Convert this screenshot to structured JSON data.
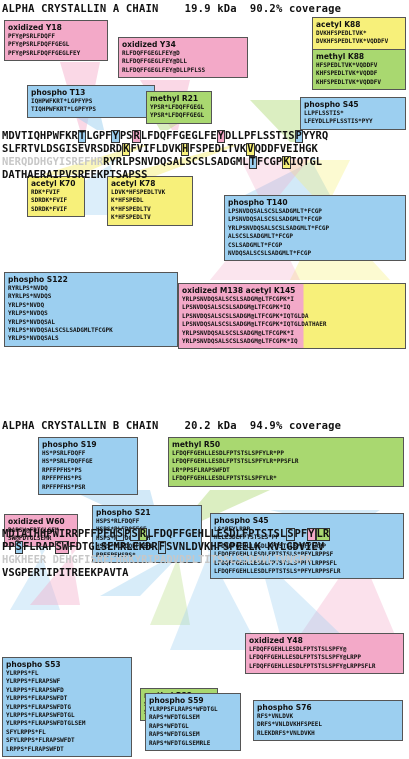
{
  "protein_a": {
    "title": "ALPHA CRYSTALLIN A CHAIN",
    "mass": "19.9 kDa",
    "coverage": "90.2% coverage",
    "sequence": [
      [
        {
          "t": "MDVTIQHPWFKR"
        },
        {
          "t": "T",
          "m": "ph"
        },
        {
          "t": "LGPF"
        },
        {
          "t": "Y",
          "m": "ph"
        },
        {
          "t": "PS"
        },
        {
          "t": "R",
          "m": "ox"
        },
        {
          "t": "LFDQFFGEGLFE"
        },
        {
          "t": "Y",
          "m": "ox"
        },
        {
          "t": "DLLPFLSSTIS"
        },
        {
          "t": "P",
          "m": "ph"
        },
        {
          "t": "YYRQ"
        }
      ],
      [
        {
          "t": "SLFRTVLDSGISEVRSDRD"
        },
        {
          "t": "K",
          "m": "ac"
        },
        {
          "t": "FVIFLDVK"
        },
        {
          "t": "H",
          "m": "ac"
        },
        {
          "t": "FSPEDLTVK"
        },
        {
          "t": "V",
          "m": "ac"
        },
        {
          "t": "QDDFVEIHGK"
        }
      ],
      [
        {
          "t": "NERQDDHGYISREFHR",
          "g": true
        },
        {
          "t": "RYRLPSNVDQSALSCSLSADGML"
        },
        {
          "t": "T",
          "m": "ph"
        },
        {
          "t": "FCGP"
        },
        {
          "t": "K",
          "m": "ac"
        },
        {
          "t": "IQTGL"
        }
      ],
      [
        {
          "t": "DATHAERAIPVSREEKPTSAPSS"
        }
      ]
    ],
    "boxes": [
      {
        "title": "oxidized Y18",
        "type": "ox",
        "peptides": [
          "PFY@PSRLFDQFF",
          "PFY@PSRLFDQFFGEGL",
          "PFY@PSRLFDQFFGEGLFEY"
        ]
      },
      {
        "title": "oxidized Y34",
        "type": "ox",
        "peptides": [
          "RLFDQFFGEGLFEY@D",
          "RLFDQFFGEGLFEY@DLL",
          "RLFDQFFGEGLFEY@DLLPFLSS"
        ]
      },
      {
        "title": "acetyl K88",
        "type": "ac",
        "peptides": [
          "DVKHFSPEDLTVK*",
          "DVKHFSPEDLTVK*VQDDFV"
        ]
      },
      {
        "title": "methyl K88",
        "type": "me",
        "peptides": [
          "HFSPEDLTVK*VQDDFV",
          "KHFSPEDLTVK*VQDDF",
          "KHFSPEDLTVK*VQDDFV"
        ]
      },
      {
        "title": "phospho T13",
        "type": "ph",
        "peptides": [
          "IQHPWFKRT*LGPFYPS",
          "TIQHPWFKRT*LGPFYPS"
        ]
      },
      {
        "title": "methyl R21",
        "type": "me",
        "peptides": [
          "YPSR*LFDQFFGEGL",
          "YPSR*LFDQFFGEGL"
        ]
      },
      {
        "title": "phospho S45",
        "type": "ph",
        "peptides": [
          "LLPFLSSTIS*",
          "LFEYDLLPFLSSTIS*PYY"
        ]
      },
      {
        "title": "acetyl K70",
        "type": "ac",
        "peptides": [
          "RDK*FVIF",
          "SDRDK*FVIF",
          "SDRDK*FVIF"
        ]
      },
      {
        "title": "acetyl K78",
        "type": "ac",
        "peptides": [
          "LDVK*HFSPEDLTVK",
          "K*HFSPEDL",
          "K*HFSPEDLTV",
          "K*HFSPEDLTV"
        ]
      },
      {
        "title": "phospho T140",
        "type": "ph",
        "peptides": [
          "LPSNVDQSALSCSLSADGMLT*FCGP",
          "LPSNVDQSALSCSLSADGMLT*FCGP",
          "YRLPSNVDQSALSCSLSADGMLT*FCGP",
          "ALSCSLSADGMLT*FCGP",
          "CSLSADGMLT*FCGP",
          "NVDQSALSCSLSADGMLT*FCGP"
        ]
      },
      {
        "title": "phospho S122",
        "type": "ph",
        "peptides": [
          "RYRLPS*NVDQ",
          "RYRLPS*NVDQS",
          "YRLPS*NVDQ",
          "YRLPS*NVDQS",
          "YRLPS*NVDQSAL",
          "YRLPS*NVDQSALSCSLSADGMLTFCGPK",
          "YRLPS*NVDQSALS"
        ]
      },
      {
        "title": "oxidized M138 acetyl K145",
        "type": "oxac",
        "peptides": [
          "YRLPSNVDQSALSCSLSADGM@LTFCGPK*I",
          "LPSNVDQSALSCSLSADGM@LTFCGPK*IQ",
          "LPSNVDQSALSCSLSADGM@LTFCGPK*IQTGLDA",
          "LPSNVDQSALSCSLSADGM@LTFCGPK*IQTGLDATHAER",
          "YRLPSNVDQSALSCSLSADGM@LTFCGPK*I",
          "YRLPSNVDQSALSCSLSADGM@LTFCGPK*IQ"
        ]
      }
    ]
  },
  "protein_b": {
    "title": "ALPHA CRYSTALLIN B CHAIN",
    "mass": "20.2 kDa",
    "coverage": "94.9% coverage",
    "sequence": [
      [
        {
          "t": "MDIAIHHPWIRRPFFPFH"
        },
        {
          "t": "S",
          "m": "ph"
        },
        {
          "t": "P"
        },
        {
          "t": "S",
          "m": "ph"
        },
        {
          "t": "R",
          "m": "me"
        },
        {
          "t": "LFDQFFGEHLLESDLFPTSTSL"
        },
        {
          "t": "S",
          "m": "ph"
        },
        {
          "t": "PF"
        },
        {
          "t": "Y",
          "m": "ox"
        },
        {
          "t": "LR",
          "m": "me"
        }
      ],
      [
        {
          "t": "PP"
        },
        {
          "t": "S",
          "m": "ph"
        },
        {
          "t": "FLRAP"
        },
        {
          "t": "SW",
          "m": "ox"
        },
        {
          "t": "FDTGLSEMRLEKDR"
        },
        {
          "t": "F",
          "m": "ph"
        },
        {
          "t": "SVNLDVKHFSPEELK KVLGDVIEV"
        }
      ],
      [
        {
          "t": "HGKHEER DEHGFISREFHRKYRIPADVDPLTITSSLSSDGVLTVNGPR",
          "g": true
        }
      ],
      [
        {
          "t": "VSGPERTIPITREEKPAVTA"
        }
      ]
    ],
    "boxes": [
      {
        "title": "phospho S19",
        "type": "ph",
        "peptides": [
          "HS*PSRLFDQFF",
          "HS*PSRLFDQFFGE",
          "RPFFPFHS*PS",
          "RPFFPFHS*PS",
          "RPFFPFHS*PSR"
        ]
      },
      {
        "title": "methyl R50",
        "type": "me",
        "peptides": [
          "LFDQFFGEHLLESDLFPTSTSLSPFYLR*PP",
          "LFDQFFGEHLLESDLFPTSTSLSPFYLR*PPSFLR",
          "LR*PPSFLRAPSWFDT",
          "LFDQFFGEHLLESDLFPTSTSLSPFYLR*"
        ]
      },
      {
        "title": "oxidized W60",
        "type": "ox",
        "peptides": [
          "RAPSW@FDTGLSEM",
          "SW@FDTGLSEMR"
        ]
      },
      {
        "title": "phospho S21",
        "type": "ph",
        "peptides": [
          "HSPS*RLFDQFF",
          "HSPS*RLFDQFFGE",
          "HSPS*RLFDQFFGEH",
          "HSPS*RLFDQFFGEHL",
          "RPFFPFHSPS*"
        ]
      },
      {
        "title": "phospho S45",
        "type": "ph",
        "peptides": [
          "LS*PFYLRPP",
          "HLLESDLFPTSTSLS*PF",
          "LFDQFFGEHLLESDLFPTSTSLS*PFYLRPP",
          "LFDQFFGEHLLESDLFPTSTSLS*PFYLRPPSF",
          "LFDQFFGEHLLESDLFPTSTSLS*PFYLRPPSFL",
          "LFDQFFGEHLLESDLFPTSTSLS*PFYLRPPSFLR"
        ]
      },
      {
        "title": "oxidized Y48",
        "type": "ox",
        "peptides": [
          "LFDQFFGEHLLESDLFPTSTSLSPFY@",
          "LFDQFFGEHLLESDLFPTSTSLSPFY@LRPP",
          "LFDQFFGEHLLESDLFPTSTSLSPFY@LRPPSFLR"
        ]
      },
      {
        "title": "phospho S53",
        "type": "ph",
        "peptides": [
          "YLRPPS*FL",
          "YLRPPS*FLRAPSWF",
          "YLRPPS*FLRAPSWFD",
          "YLRPPS*FLRAPSWFDT",
          "YLRPPS*FLRAPSWFDTG",
          "YLRPPS*FLRAPSWFDTGL",
          "YLRPPS*FLRAPSWFDTGLSEM",
          "SFYLRPPS*FL",
          "SFYLRPPS*FLRAPSWFDT",
          "LRPPS*FLRAPSWFDT"
        ]
      },
      {
        "title": "methyl R22",
        "type": "me",
        "peptides": [
          "SR*LFDQFFGEH",
          "SR*LFDQFFGEHL"
        ]
      },
      {
        "title": "phospho S59",
        "type": "ph",
        "peptides": [
          "YLRPPSFLRAPS*WFDTGL",
          "RAPS*WFDTGLSEM",
          "RAPS*WFDTGL",
          "RAPS*WFDTGLSEM",
          "RAPS*WFDTGLSEMRLE"
        ]
      },
      {
        "title": "phospho S76",
        "type": "ph",
        "peptides": [
          "RFS*VNLDVK",
          "DRFS*VNLDVKHFSPEEL",
          "RLEKDRFS*VNLDVKH"
        ]
      }
    ]
  },
  "colors": {
    "oxidized": "#f3a9c8",
    "phospho": "#9ccff0",
    "methyl": "#a9d870",
    "acetyl": "#f7f07a",
    "grey_text": "#c7c7c7"
  }
}
